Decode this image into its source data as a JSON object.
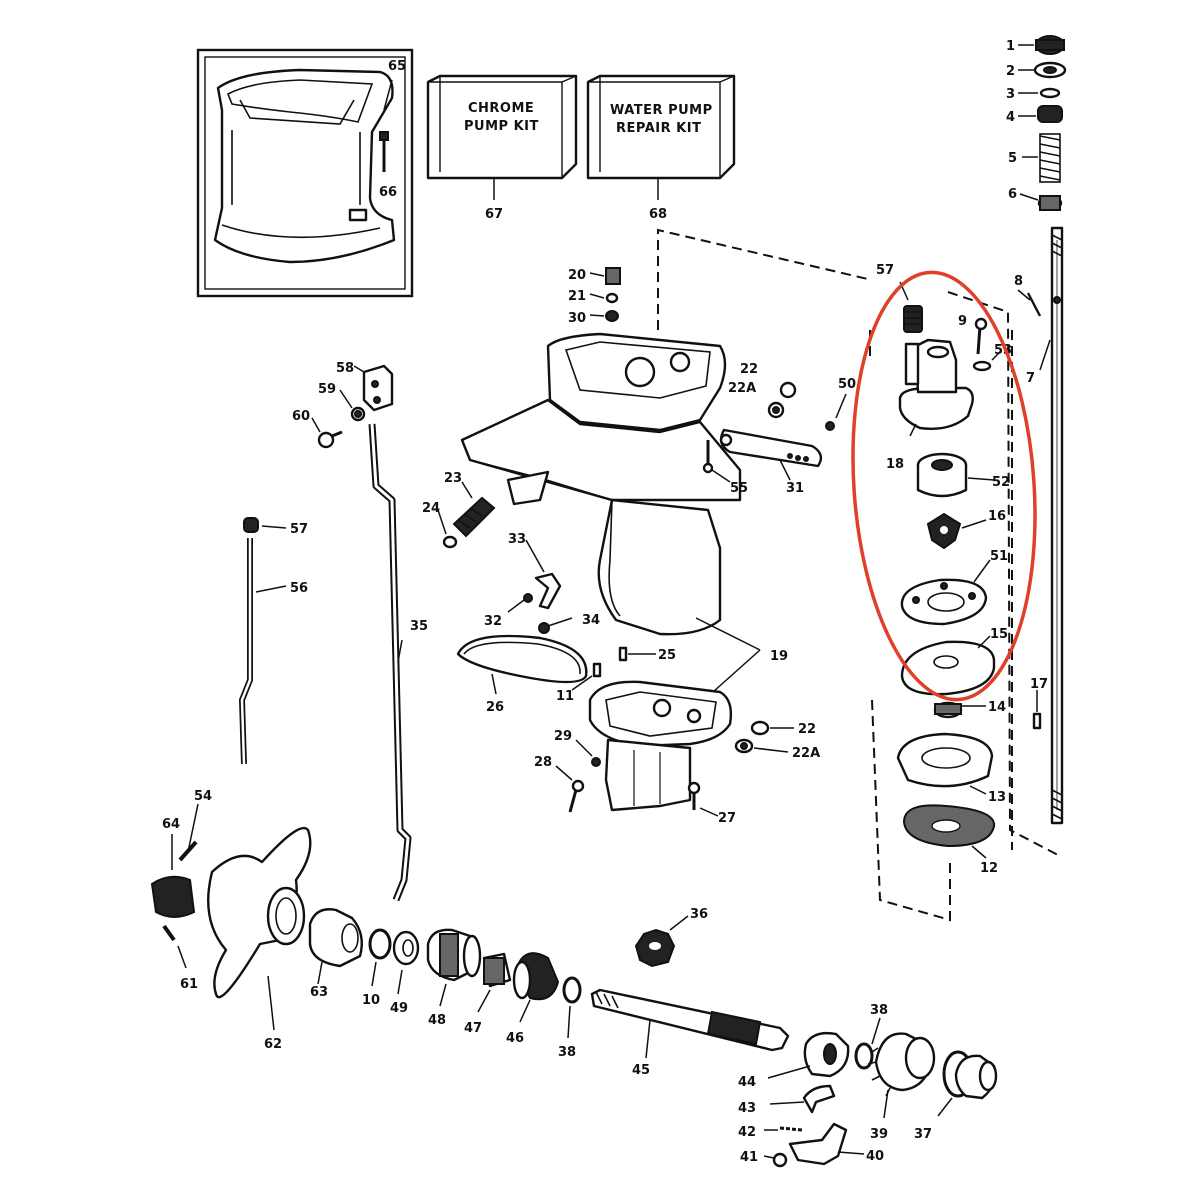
{
  "kits": {
    "chrome_line1": "CHROME",
    "chrome_line2": "PUMP KIT",
    "water_line1": "WATER PUMP",
    "water_line2": "REPAIR KIT"
  },
  "highlight_color": "#e0402a",
  "callouts": {
    "c1": "1",
    "c2": "2",
    "c3": "3",
    "c4": "4",
    "c5": "5",
    "c6": "6",
    "c7": "7",
    "c8": "8",
    "c9": "9",
    "c10": "10",
    "c11": "11",
    "c12": "12",
    "c13": "13",
    "c14": "14",
    "c15": "15",
    "c16": "16",
    "c17": "17",
    "c18": "18",
    "c19": "19",
    "c20": "20",
    "c21": "21",
    "c22a": "22",
    "c22b": "22A",
    "c22c": "22",
    "c22d": "22A",
    "c23": "23",
    "c24": "24",
    "c25": "25",
    "c26": "26",
    "c27": "27",
    "c28": "28",
    "c29": "29",
    "c30": "30",
    "c31": "31",
    "c32": "32",
    "c33": "33",
    "c34": "34",
    "c35": "35",
    "c36": "36",
    "c37": "37",
    "c38a": "38",
    "c38b": "38",
    "c39": "39",
    "c40": "40",
    "c41": "41",
    "c42": "42",
    "c43": "43",
    "c44": "44",
    "c45": "45",
    "c46": "46",
    "c47": "47",
    "c48": "48",
    "c49": "49",
    "c50": "50",
    "c51": "51",
    "c52": "52",
    "c53": "53",
    "c54": "54",
    "c55": "55",
    "c56": "56",
    "c57a": "57",
    "c57b": "57",
    "c58": "58",
    "c59": "59",
    "c60": "60",
    "c61": "61",
    "c62": "62",
    "c63": "63",
    "c64": "64",
    "c65": "65",
    "c66": "66",
    "c67": "67",
    "c68": "68"
  }
}
